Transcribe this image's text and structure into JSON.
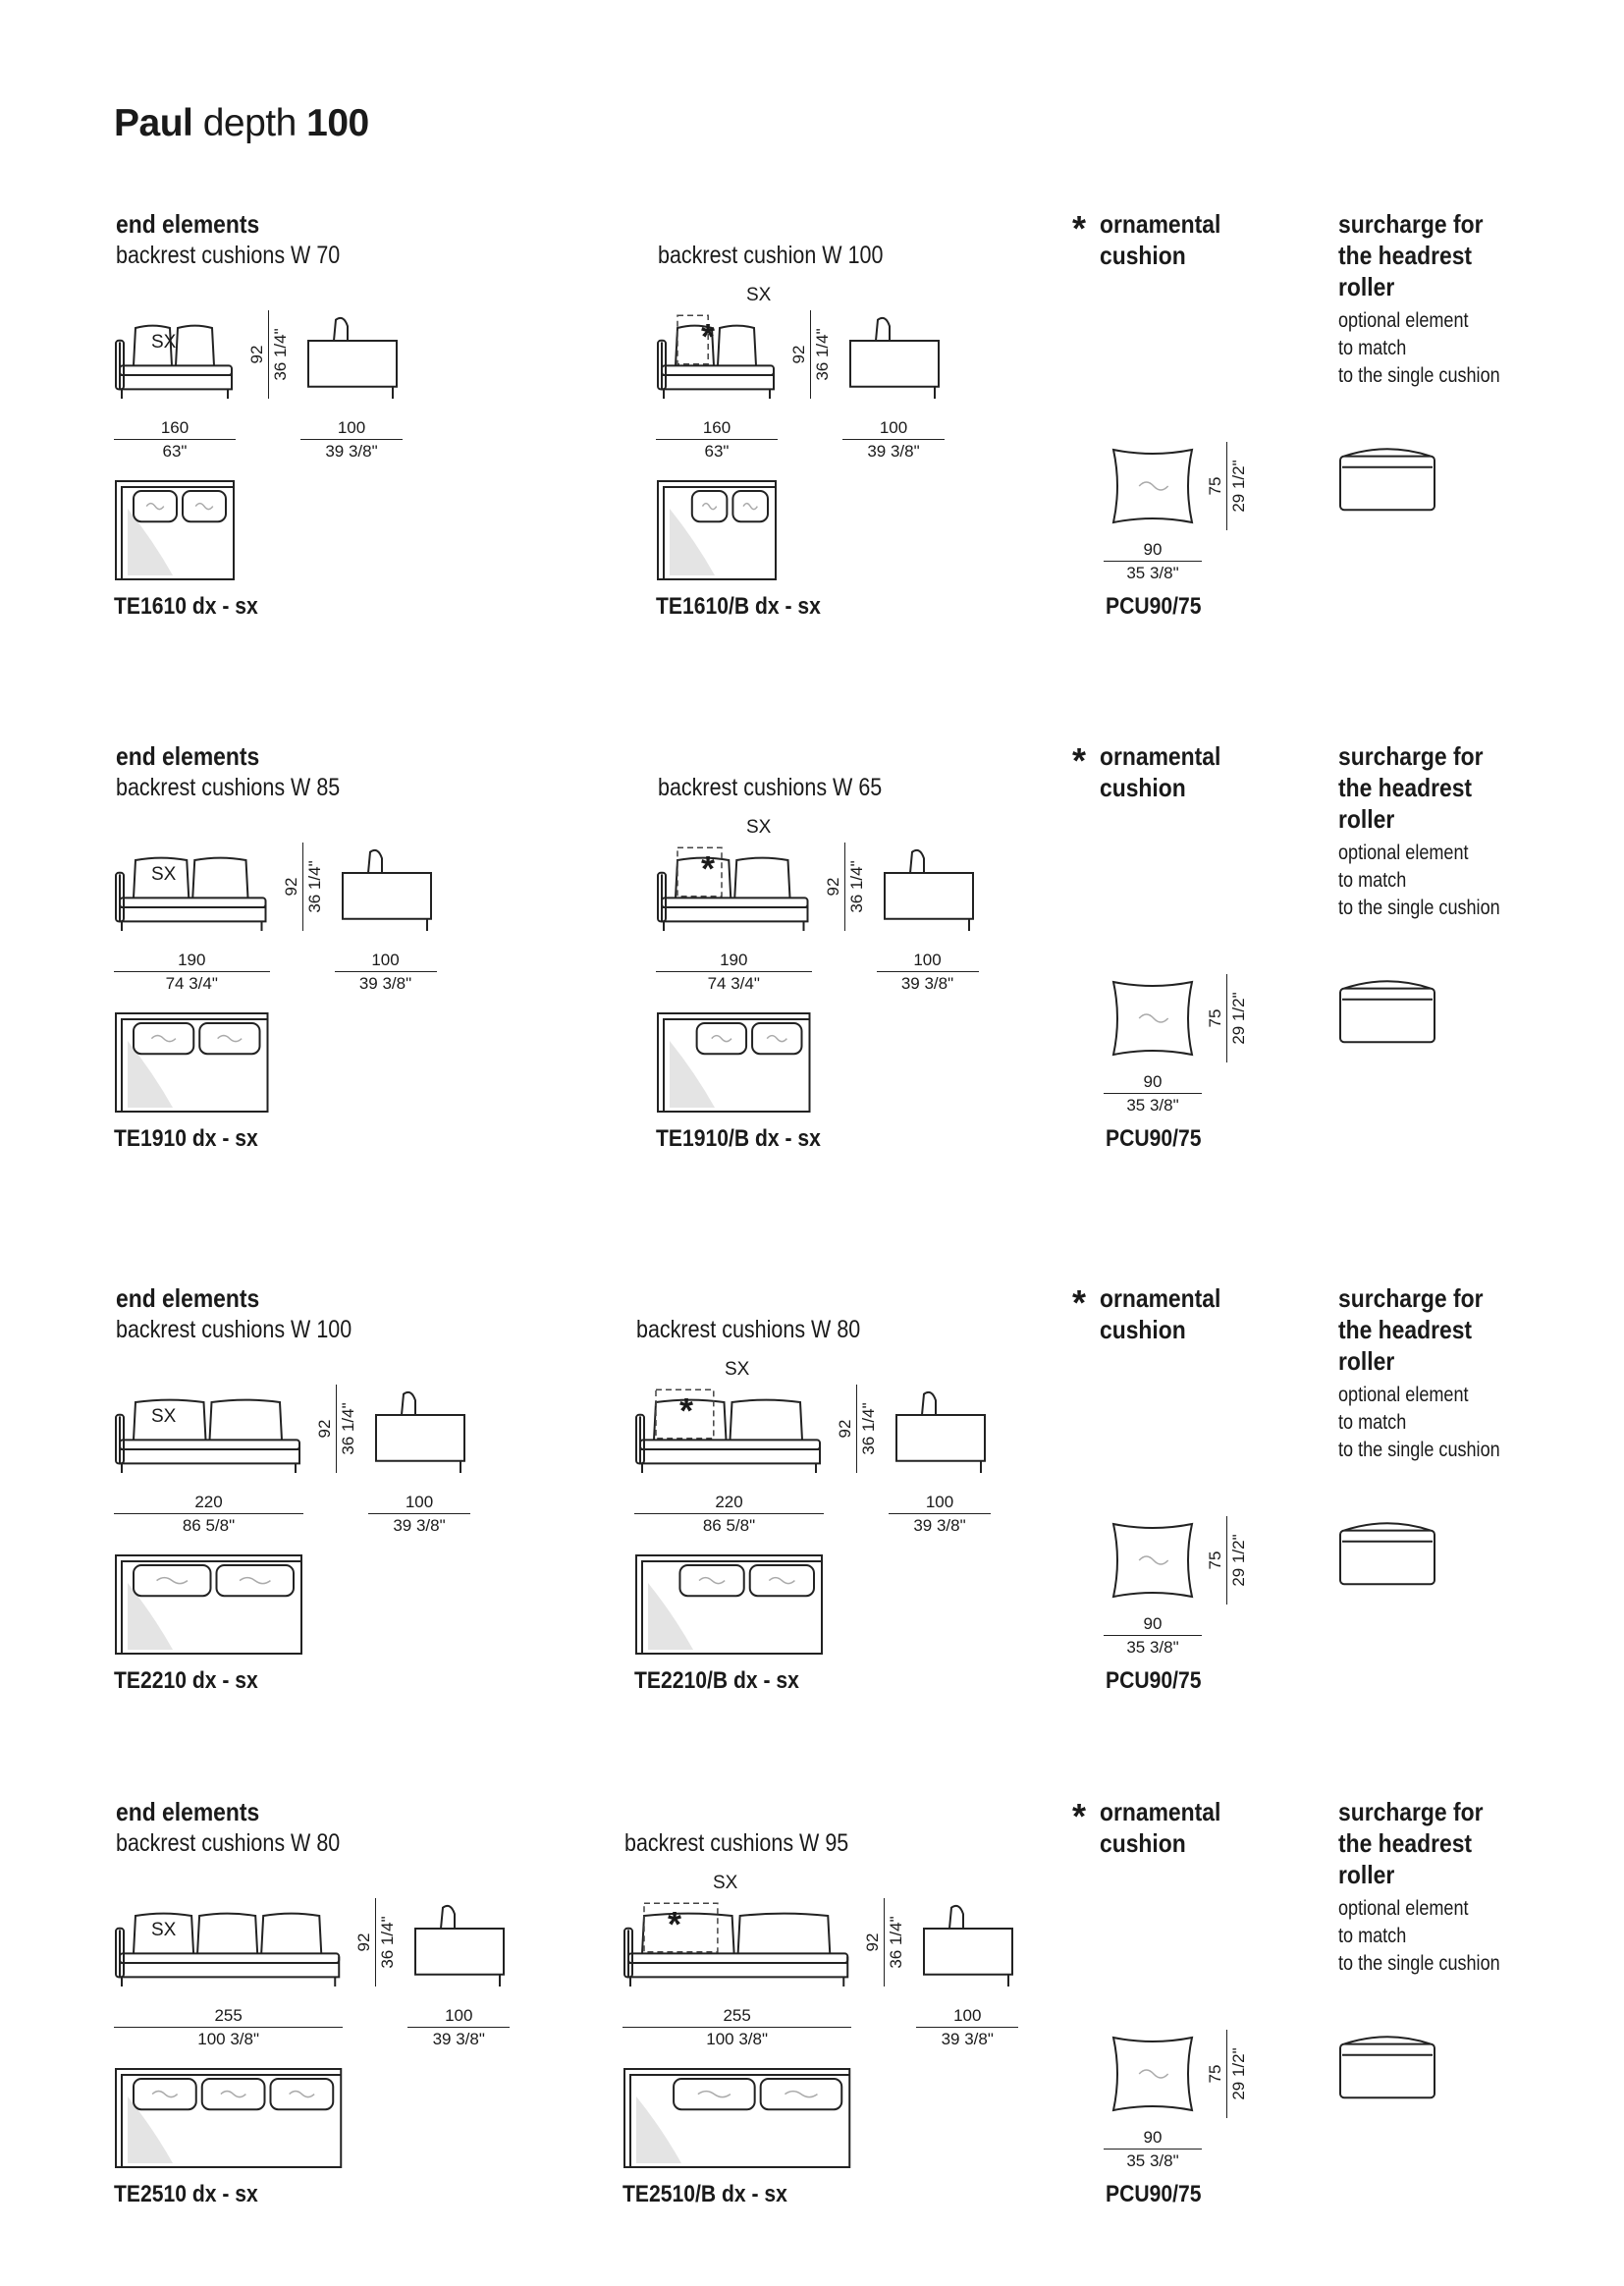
{
  "title": {
    "name": "Paul",
    "mid": "depth",
    "value": "100"
  },
  "common": {
    "end_elements": "end elements",
    "sx": "SX",
    "asterisk": "*",
    "ornamental_title": "ornamental cushion",
    "ornamental_line1": "ornamental",
    "ornamental_line2": "cushion",
    "surcharge_line1": "surcharge for",
    "surcharge_line2": "the headrest",
    "surcharge_line3": "roller",
    "note_line1": "optional element",
    "note_line2": "to match",
    "note_line3": "to the single cushion",
    "depth_cm": "100",
    "depth_in": "39 3/8\"",
    "height_cm": "92",
    "height_in": "36 1/4\"",
    "cushion_w_cm": "90",
    "cushion_w_in": "35 3/8\"",
    "cushion_h_cm": "75",
    "cushion_h_in": "29 1/2\"",
    "cushion_code": "PCU90/75"
  },
  "rows": [
    {
      "left_sub": "backrest cushions W 70",
      "mid_sub": "backrest cushion W 100",
      "width_cm": "160",
      "width_in": "63\"",
      "left_code": "TE1610 dx - sx",
      "mid_code": "TE1610/B dx - sx"
    },
    {
      "left_sub": "backrest cushions W 85",
      "mid_sub": "backrest cushions W 65",
      "width_cm": "190",
      "width_in": "74 3/4\"",
      "left_code": "TE1910 dx - sx",
      "mid_code": "TE1910/B dx - sx"
    },
    {
      "left_sub": "backrest cushions W 100",
      "mid_sub": "backrest cushions W 80",
      "width_cm": "220",
      "width_in": "86 5/8\"",
      "left_code": "TE2210 dx - sx",
      "mid_code": "TE2210/B dx - sx"
    },
    {
      "left_sub": "backrest cushions W 80",
      "mid_sub": "backrest cushions W 95",
      "width_cm": "255",
      "width_in": "100 3/8\"",
      "left_code": "TE2510 dx - sx",
      "mid_code": "TE2510/B dx - sx"
    }
  ]
}
